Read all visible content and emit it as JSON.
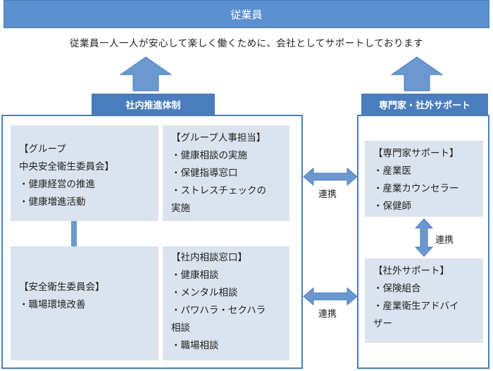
{
  "employee_banner": {
    "label": "従業員"
  },
  "mission_text": "従業員一人一人が安心して楽しく働くために、会社としてサポートしております",
  "internal": {
    "tag": "社内推進体制",
    "boxes": {
      "group_committee": {
        "title_line1": "【グループ",
        "title_line2": "中央安全衛生委員会】",
        "items": [
          "・健康経営の推進",
          "・健康増進活動"
        ]
      },
      "hr_contact": {
        "title": "【グループ人事担当】",
        "items": [
          "・健康相談の実施",
          "・保健指導窓口",
          "・ストレスチェックの",
          "実施"
        ]
      },
      "safety_committee": {
        "title": "【安全衛生委員会】",
        "items": [
          "・職場環境改善"
        ]
      },
      "consult_desk": {
        "title": "【社内相談窓口】",
        "items": [
          "・健康相談",
          "・メンタル相談",
          "・パワハラ・セクハラ",
          "相談",
          "・職場相談"
        ]
      }
    }
  },
  "external": {
    "tag": "専門家・社外サポート",
    "boxes": {
      "experts": {
        "title": "【専門家サポート】",
        "items": [
          "・産業医",
          "・産業カウンセラー",
          "・保健師"
        ]
      },
      "outside": {
        "title": "【社外サポート】",
        "items": [
          "・保険組合",
          "・産業衛生アドバイ",
          "ザー"
        ]
      }
    }
  },
  "links": {
    "upper": "連携",
    "lower": "連携",
    "vertical": "連携"
  },
  "colors": {
    "banner": "#5b8fcf",
    "tag": "#4a7dbd",
    "box": "#dbe4ee",
    "arrow": "#6a98cf"
  }
}
